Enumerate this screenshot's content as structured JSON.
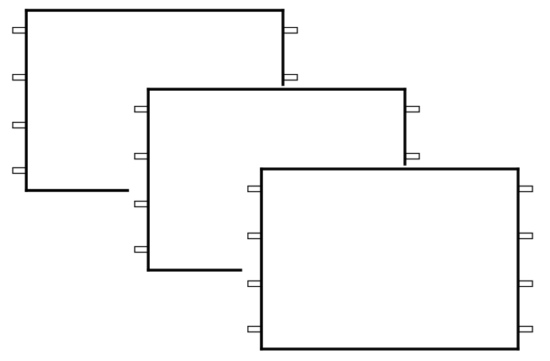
{
  "diagram": {
    "type": "stacked-panels",
    "panel_count": 3,
    "pins_per_side": 4,
    "colors": {
      "background": "#ffffff",
      "frame_stroke": "#000000",
      "pin_fill": "#ffffff",
      "pin_stroke": "#000000"
    }
  }
}
